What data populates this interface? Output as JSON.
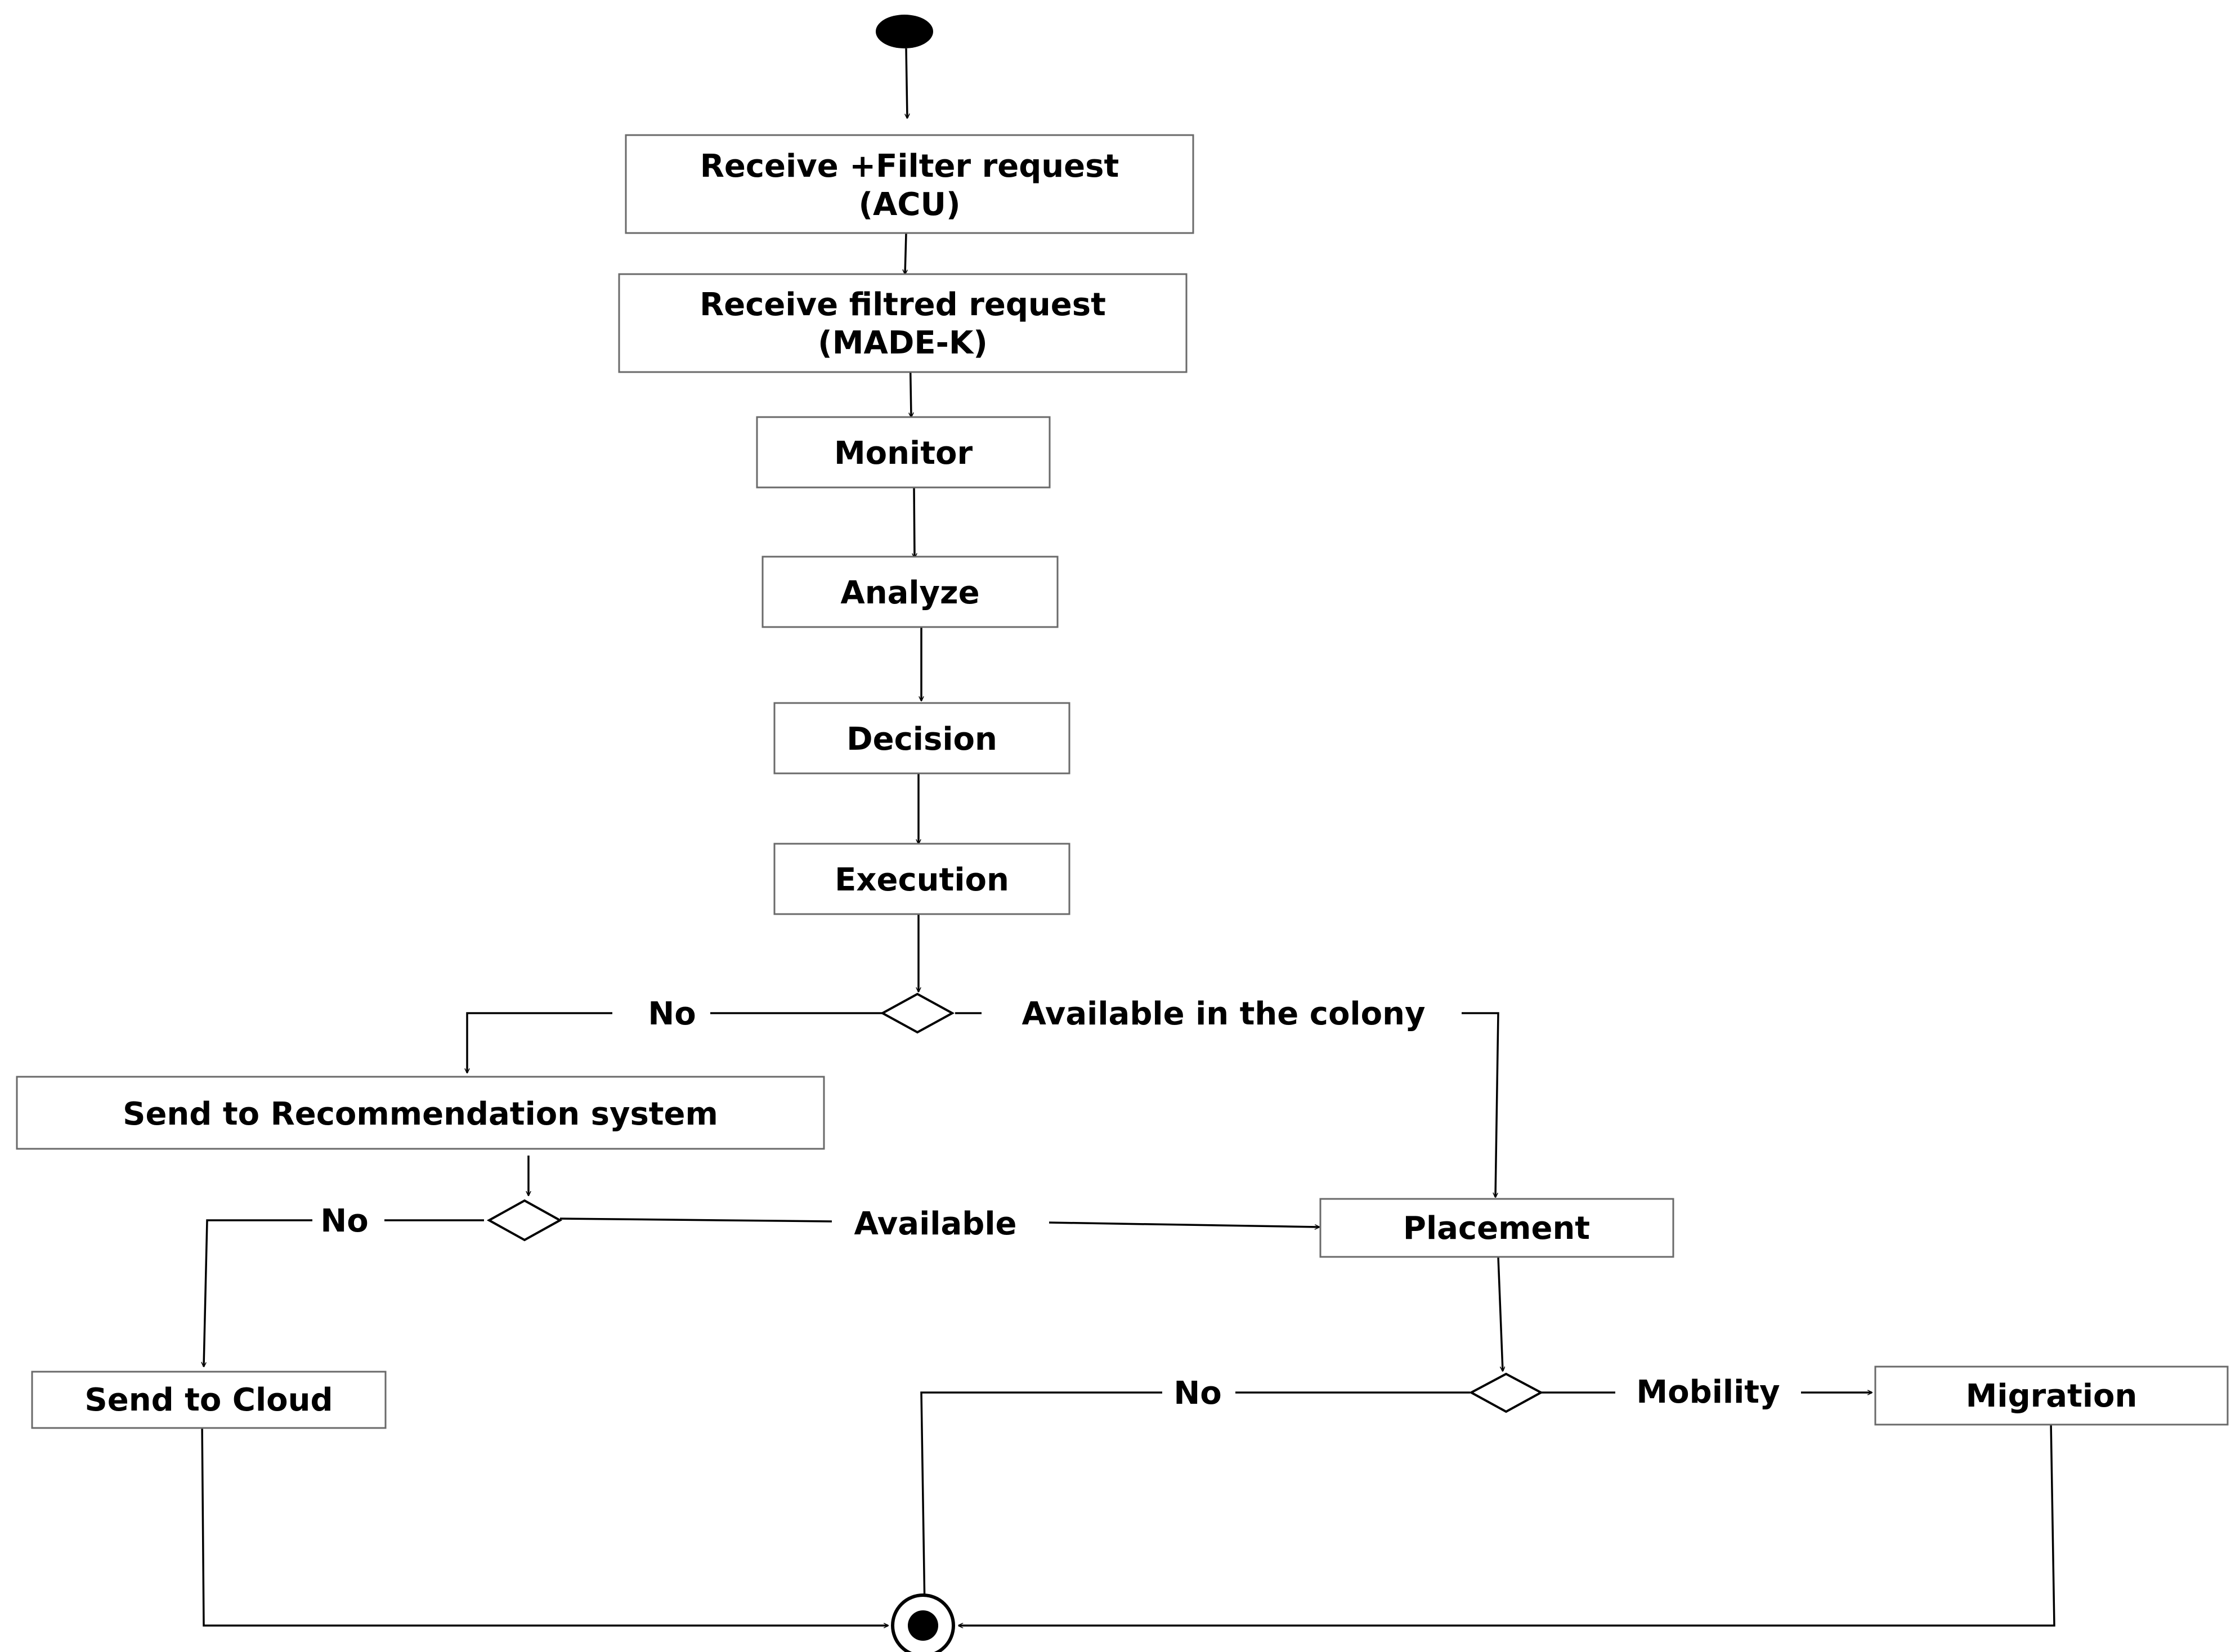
{
  "diagram": {
    "nodes": {
      "receive_filter": {
        "line1": "Receive +Filter request",
        "line2": "(ACU)"
      },
      "receive_filtred": {
        "line1": "Receive filtred request",
        "line2": "(MADE-K)"
      },
      "monitor": {
        "label": "Monitor"
      },
      "analyze": {
        "label": "Analyze"
      },
      "decision": {
        "label": "Decision"
      },
      "execution": {
        "label": "Execution"
      },
      "send_recommendation": {
        "label": "Send to Recommendation system"
      },
      "placement": {
        "label": "Placement"
      },
      "send_cloud": {
        "label": "Send to Cloud"
      },
      "migration": {
        "label": "Migration"
      }
    },
    "edge_labels": {
      "colony_no": "No",
      "colony_available": "Available in the colony",
      "rec_no": "No",
      "rec_available": "Available",
      "placement_no": "No",
      "placement_mobility": "Mobility"
    }
  }
}
